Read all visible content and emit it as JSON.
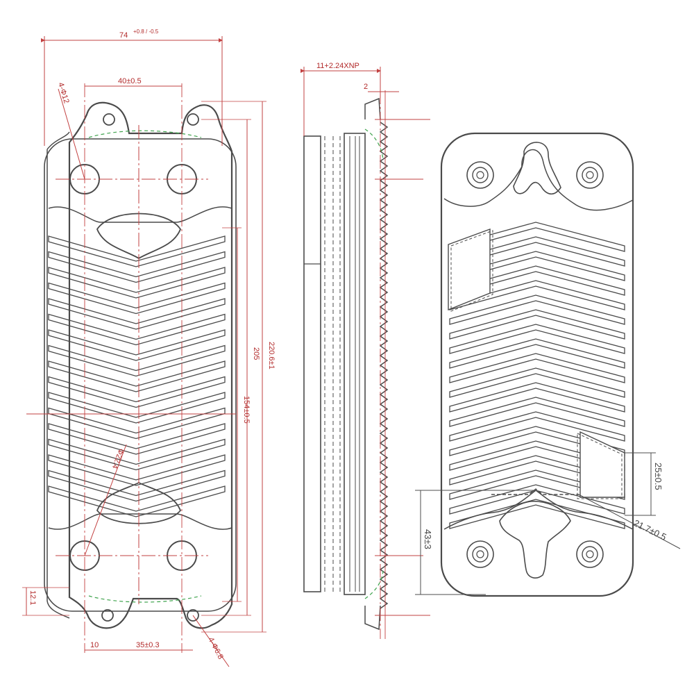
{
  "colors": {
    "outline": "#4a4a4a",
    "dimension": "#c24040",
    "dimension_dark": "#4d4d4d",
    "hidden": "#3fa34d"
  },
  "front_view": {
    "overall_width": "74",
    "overall_width_tol": "+0.8 / -0.5",
    "port_spacing": "40±0.5",
    "bottom_offset": "10",
    "bottom_port_spacing": "35±0.3",
    "mount_hole_top": "4-Φ12",
    "mount_hole_bottom": "4-Φ6.8",
    "height_total": "220.6±1",
    "height_inner": "205",
    "height_pattern": "154±0.5",
    "edge_offset": "12.1",
    "port_diameter": "Φ22.4"
  },
  "side_view": {
    "thickness": "11+2.24XNP",
    "flange": "2"
  },
  "rear_view": {
    "gap_height": "25±0.5",
    "chamfer": "21.7±0.5",
    "bottom_height": "43±3"
  }
}
